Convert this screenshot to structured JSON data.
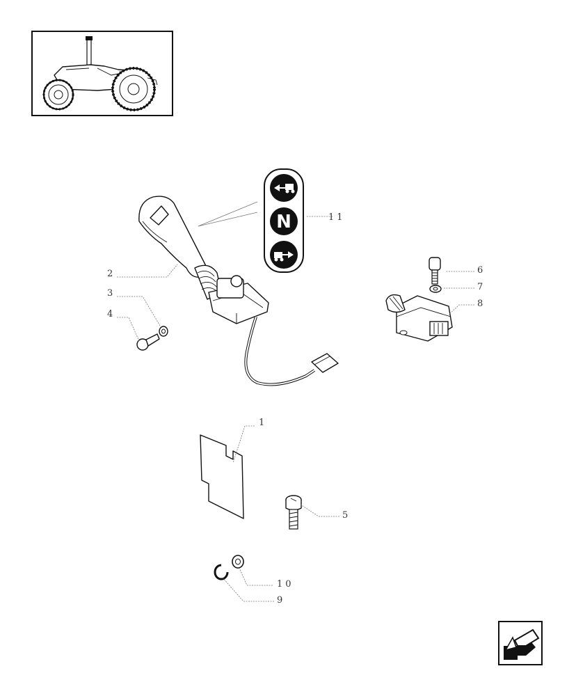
{
  "callouts": [
    {
      "id": "1",
      "text": "1"
    },
    {
      "id": "2",
      "text": "2"
    },
    {
      "id": "3",
      "text": "3"
    },
    {
      "id": "4",
      "text": "4"
    },
    {
      "id": "5",
      "text": "5"
    },
    {
      "id": "6",
      "text": "6"
    },
    {
      "id": "7",
      "text": "7"
    },
    {
      "id": "8",
      "text": "8"
    },
    {
      "id": "9",
      "text": "9"
    },
    {
      "id": "10",
      "text": "10"
    },
    {
      "id": "11",
      "text": "11"
    }
  ],
  "decal": {
    "neutral_letter": "N",
    "icons": [
      "tractor-reverse-icon",
      "tractor-forward-icon"
    ]
  },
  "nav_icon": "back-arrow-icon"
}
